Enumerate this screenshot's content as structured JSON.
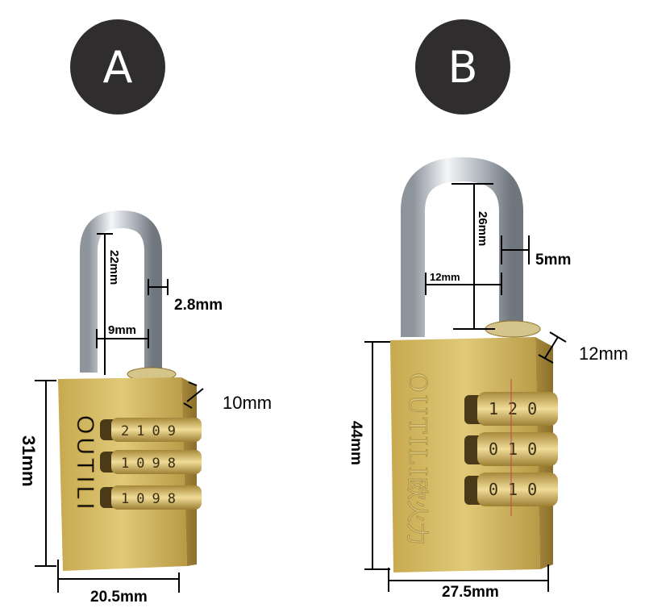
{
  "badges": {
    "a": "A",
    "b": "B"
  },
  "lock_a": {
    "brand_text": "OUTILI",
    "dials": [
      "2109",
      "1098",
      "1098"
    ],
    "dimensions": {
      "shackle_height": "22mm",
      "shackle_diameter": "2.8mm",
      "shackle_inner_width": "9mm",
      "thickness": "10mm",
      "body_height": "31mm",
      "body_width": "20.5mm"
    }
  },
  "lock_b": {
    "brand_text": "OUTILI",
    "brand_text_cjk": "欧火力",
    "dials": [
      "120",
      "010",
      "010"
    ],
    "dimensions": {
      "shackle_height": "26mm",
      "shackle_diameter": "5mm",
      "shackle_inner_width": "12mm",
      "thickness": "12mm",
      "body_height": "44mm",
      "body_width": "27.5mm"
    }
  },
  "colors": {
    "brass": "#c9ab52",
    "brass_dark": "#9c7f33",
    "steel": "#c9ced6",
    "badge": "#2f2d2e"
  }
}
